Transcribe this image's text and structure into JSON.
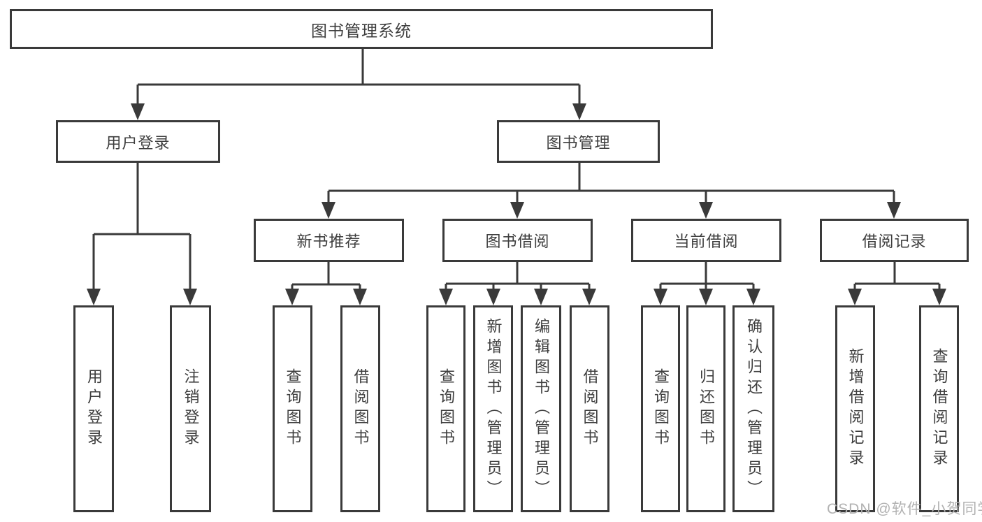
{
  "diagram": {
    "tree": {
      "label": "图书管理系统",
      "children": [
        {
          "label": "用户登录",
          "children": [
            {
              "label": "用户登录"
            },
            {
              "label": "注销登录"
            }
          ]
        },
        {
          "label": "图书管理",
          "children": [
            {
              "label": "新书推荐",
              "children": [
                {
                  "label": "查询图书"
                },
                {
                  "label": "借阅图书"
                }
              ]
            },
            {
              "label": "图书借阅",
              "children": [
                {
                  "label": "查询图书"
                },
                {
                  "label": "新增图书（管理员）"
                },
                {
                  "label": "编辑图书（管理员）"
                },
                {
                  "label": "借阅图书"
                }
              ]
            },
            {
              "label": "当前借阅",
              "children": [
                {
                  "label": "查询图书"
                },
                {
                  "label": "归还图书"
                },
                {
                  "label": "确认归还（管理员）"
                }
              ]
            },
            {
              "label": "借阅记录",
              "children": [
                {
                  "label": "新增借阅记录"
                },
                {
                  "label": "查询借阅记录"
                }
              ]
            }
          ]
        }
      ]
    },
    "watermark": "CSDN @软件_小贺同学",
    "colors": {
      "line": "#3a3a3a",
      "text": "#3e3e3e",
      "watermark": "#b2b2b2",
      "background": "#ffffff"
    }
  }
}
